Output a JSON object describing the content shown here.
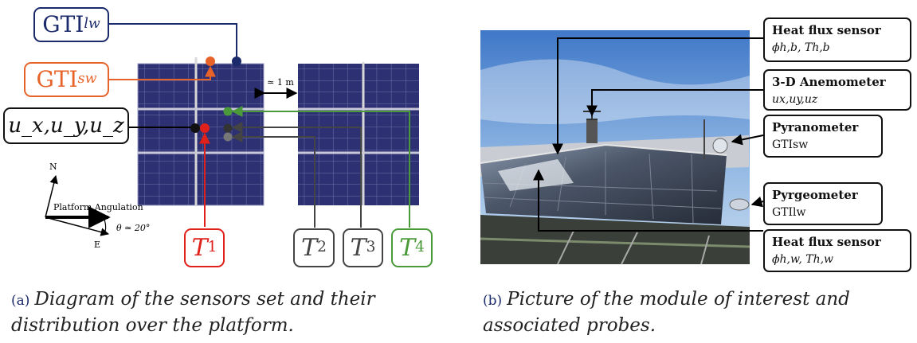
{
  "left_diagram": {
    "labels": {
      "gti_lw": {
        "base": "GTI",
        "sub": "lw"
      },
      "gti_sw": {
        "base": "GTI",
        "sub": "sw"
      },
      "uxyz": "u_x,u_y,u_z",
      "t1": {
        "base": "T",
        "sub": "1"
      },
      "t2": {
        "base": "T",
        "sub": "2"
      },
      "t3": {
        "base": "T",
        "sub": "3"
      },
      "t4": {
        "base": "T",
        "sub": "4"
      }
    },
    "distance": "≃ 1 m",
    "compass_north": "N",
    "compass_east": "E",
    "platform_angulation": "Platform Angulation",
    "theta": "θ ≃ 20°"
  },
  "right_labels": {
    "heat_flux_b": {
      "title": "Heat flux sensor",
      "sub": "ϕh,b, Th,b"
    },
    "anemometer": {
      "title": "3-D Anemometer",
      "sub": "ux,uy,uz"
    },
    "pyranometer": {
      "title": "Pyranometer",
      "sub": "GTIsw"
    },
    "pyrgeometer": {
      "title": "Pyrgeometer",
      "sub": "GTIlw"
    },
    "heat_flux_w": {
      "title": "Heat flux sensor",
      "sub": "ϕh,w, Th,w"
    }
  },
  "captions": {
    "a_tag": "(a)",
    "a_text_1": "Diagram of the sensors set and their",
    "a_text_2": "distribution over the platform.",
    "b_tag": "(b)",
    "b_text_1": "Picture of the module of interest and",
    "b_text_2": "associated probes."
  },
  "colors": {
    "navy": "#1a2a6a",
    "orange": "#e8632a",
    "red": "#e0201a",
    "green": "#4a9a3a",
    "gray": "#444444",
    "panel": "#2b2f6e"
  }
}
